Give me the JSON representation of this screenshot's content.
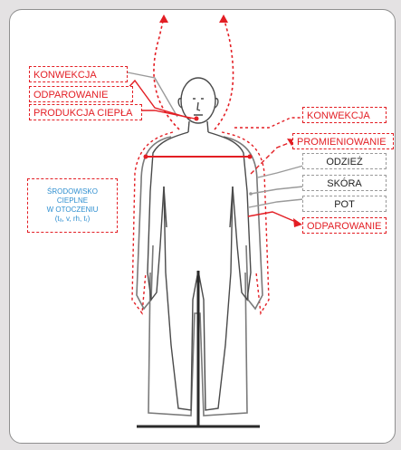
{
  "labels_left": {
    "konwekcja": "KONWEKCJA",
    "odparowanie": "ODPAROWANIE",
    "produkcja": "PRODUKCJA CIEPŁA"
  },
  "labels_right": {
    "konwekcja": "KONWEKCJA",
    "promieniowanie": "PROMIENIOWANIE",
    "odziez": "ODZIEŻ",
    "skora": "SKÓRA",
    "pot": "POT",
    "odparowanie": "ODPAROWANIE"
  },
  "environment": {
    "line1": "ŚRODOWISKO",
    "line2": "CIEPLNE",
    "line3": "W OTOCZENIU",
    "line4": "(tₐ, v, rh, tᵣ)"
  },
  "colors": {
    "accent": "#e31e24",
    "env_text": "#2f8fd0",
    "body_line": "#4a4a4a",
    "clothing_line": "#7a7a7a"
  }
}
